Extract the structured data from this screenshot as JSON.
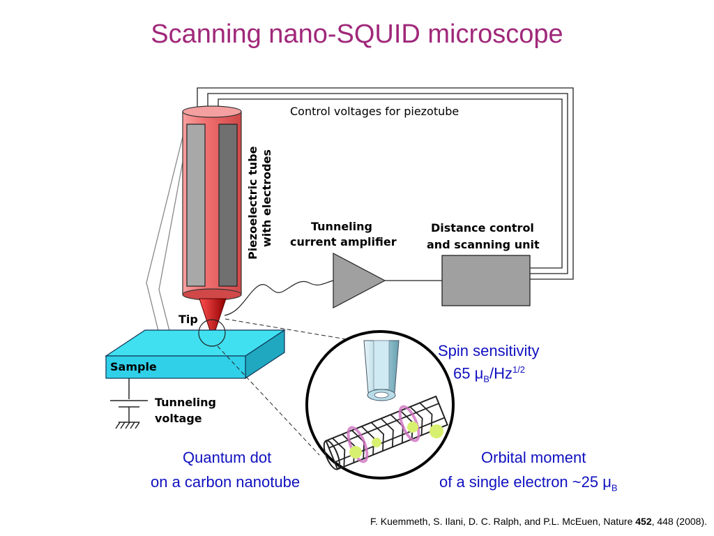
{
  "slide": {
    "title": "Scanning nano-SQUID microscope"
  },
  "diagram": {
    "control_voltages": "Control voltages for piezotube",
    "piezo_line1": "Piezoelectric tube",
    "piezo_line2": "with electrodes",
    "amplifier_line1": "Tunneling",
    "amplifier_line2": "current amplifier",
    "distance_line1": "Distance control",
    "distance_line2": "and scanning unit",
    "tip": "Tip",
    "sample": "Sample",
    "voltage_line1": "Tunneling",
    "voltage_line2": "voltage",
    "colors": {
      "title": "#a0287a",
      "blue_text": "#1010c0",
      "piezo_tube": "#f07070",
      "electrode": "#808080",
      "sample": "#40e0f0",
      "box": "#a0a0a0",
      "tip": "#b00000"
    }
  },
  "annotations": {
    "spin_sensitivity": "Spin sensitivity",
    "spin_value": "65",
    "spin_mu": "μ",
    "spin_sub": "B",
    "spin_unit": "/Hz",
    "spin_sup": "1/2",
    "qd_line1": "Quantum dot",
    "qd_line2": "on a carbon nanotube",
    "orbital_line1": "Orbital moment",
    "orbital_line2_prefix": "of a single electron ~25 ",
    "orbital_mu": "μ",
    "orbital_sub": "B"
  },
  "citation": {
    "authors": "F. Kuemmeth, S. Ilani, D. C. Ralph, and P.L. McEuen, Nature ",
    "volume": "452",
    "rest": ", 448 (2008)."
  }
}
